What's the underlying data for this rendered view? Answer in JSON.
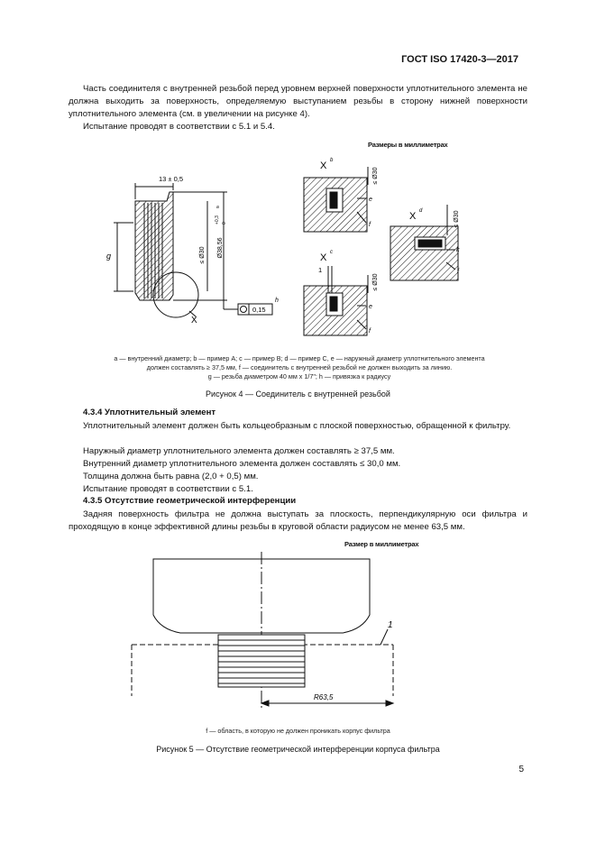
{
  "header": {
    "standard": "ГОСТ ISO 17420-3—2017"
  },
  "intro": {
    "para1": "Часть соединителя с внутренней резьбой перед уровнем верхней поверхности уплотнительного элемента не должна выходить за поверхность, определяемую выступанием резьбы в сторону нижней поверхности уплотнительного элемента (см. в увеличении на рисунке 4).",
    "para2": "Испытание проводят в соответствии с 5.1 и 5.4."
  },
  "figure4": {
    "dim_note": "Размеры в миллиметрах",
    "labels": {
      "dim_13": "13 ± 0,5",
      "dim_30": "≤ Ø30",
      "dim_38": "Ø38,56",
      "tol_up": "+0,3",
      "tol_low": "0",
      "sup_a": "a",
      "g": "g",
      "x": "X",
      "h": "h",
      "tolerance_frame": "0,15",
      "xb": "X",
      "xb_sup": "b",
      "xc": "X",
      "xc_sup": "c",
      "xd": "X",
      "xd_sup": "d",
      "e": "e",
      "f": "f",
      "one": "1",
      "k": "k"
    },
    "legend_line1": "a — внутренний диаметр; b — пример А; c — пример В; d — пример С, e — наружный диаметр уплотнительного элемента",
    "legend_line2": "должен составлять ≥ 37,5 мм, f — соединитель с внутренней резьбой не должен выходить за линию.",
    "legend_line3": "g — резьба диаметром 40 мм х 1/7\"; h — привязка к радиусу",
    "caption": "Рисунок 4 — Соединитель с внутренней резьбой"
  },
  "section_434": {
    "heading": "4.3.4 Уплотнительный элемент",
    "lines": [
      "Уплотнительный элемент должен быть кольцеобразным с плоской поверхностью, обращенной к фильтру.",
      "Наружный диаметр уплотнительного элемента должен составлять ≥ 37,5 мм.",
      "Внутренний диаметр уплотнительного элемента должен составлять ≤ 30,0 мм.",
      "Толщина должна быть равна (2,0 + 0,5) мм.",
      "Испытание проводят в соответствии с 5.1."
    ]
  },
  "section_435": {
    "heading": "4.3.5 Отсутствие геометрической интерференции",
    "text": "Задняя поверхность фильтра не должна выступать за плоскость, перпендикулярную оси фильтра и проходящую в конце эффективной длины резьбы в круговой области радиусом не менее 63,5 мм."
  },
  "figure5": {
    "dim_note": "Размер в миллиметрах",
    "label_1": "1",
    "radius": "R63,5",
    "legend": "f — область, в которую не должен проникать корпус фильтра",
    "caption": "Рисунок 5 — Отсутствие геометрической интерференции корпуса фильтра"
  },
  "page_number": "5"
}
